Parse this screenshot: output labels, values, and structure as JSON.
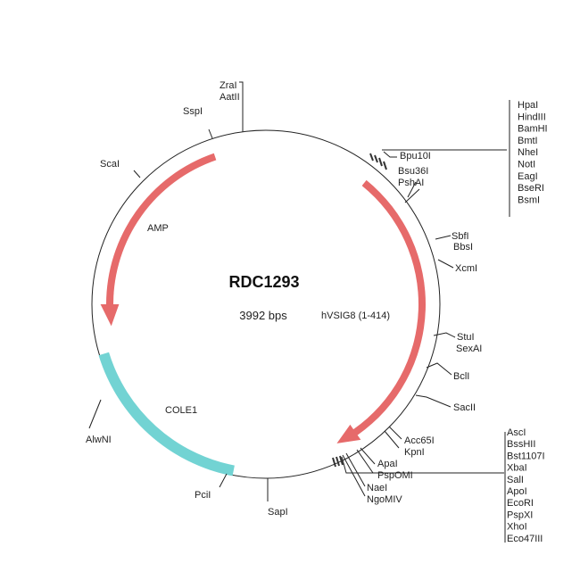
{
  "plasmid": {
    "name": "RDC1293",
    "size_label": "3992 bps"
  },
  "features": [
    {
      "name": "AMP",
      "color": "#e66a6a",
      "start_deg": 341,
      "end_deg": 262,
      "direction": "reverse"
    },
    {
      "name": "hVSIG8 (1-414)",
      "color": "#e66a6a",
      "start_deg": 39,
      "end_deg": 153,
      "direction": "forward"
    },
    {
      "name": "COLE1",
      "color": "#72d3d3",
      "start_deg": 191,
      "end_deg": 253,
      "direction": "none"
    }
  ],
  "sites": {
    "zrai": "ZraI",
    "aatii": "AatII",
    "sspi": "SspI",
    "scai": "ScaI",
    "bpu10i": "Bpu10I",
    "bsu36i": "Bsu36I",
    "pshai": "PshAI",
    "sbfi": "SbfI",
    "bbsi": "BbsI",
    "xcmi": "XcmI",
    "stui": "StuI",
    "sexai": "SexAI",
    "bcli": "BclI",
    "sacii": "SacII",
    "acc65i": "Acc65I",
    "kpni": "KpnI",
    "apai": "ApaI",
    "pspomi": "PspOMI",
    "naei": "NaeI",
    "ngomiv": "NgoMIV",
    "sapi": "SapI",
    "pcii": "PciI",
    "alwni": "AlwNI"
  },
  "mcs1": [
    "HpaI",
    "HindIII",
    "BamHI",
    "BmtI",
    "NheI",
    "NotI",
    "EagI",
    "BseRI",
    "BsmI"
  ],
  "mcs2": [
    "AscI",
    "BssHII",
    "Bst1107I",
    "XbaI",
    "SalI",
    "ApoI",
    "EcoRI",
    "PspXI",
    "XhoI",
    "Eco47III"
  ]
}
